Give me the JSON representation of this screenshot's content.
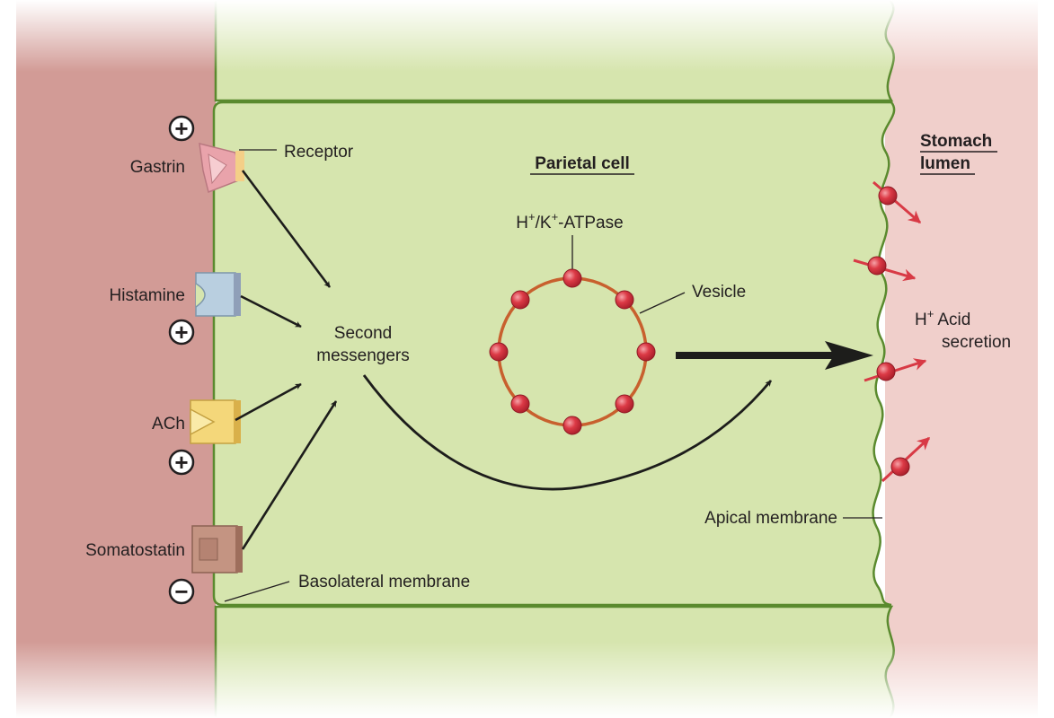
{
  "title": "Parietal cell",
  "region_label": {
    "line1": "Stomach",
    "line2": "lumen"
  },
  "pump_label": {
    "p1": "H",
    "sup1": "+",
    "p2": "/K",
    "sup2": "+",
    "p3": "-ATPase"
  },
  "vesicle_label": "Vesicle",
  "second_messengers": {
    "line1": "Second",
    "line2": "messengers"
  },
  "receptor_label": "Receptor",
  "basolateral_label": "Basolateral membrane",
  "apical_label": "Apical membrane",
  "secretion_label": {
    "h": "H",
    "sup": "+",
    "acid": "Acid",
    "line2": "secretion"
  },
  "stimuli": [
    {
      "label": "Gastrin",
      "sign": "+",
      "color": "#e9a3ab"
    },
    {
      "label": "Histamine",
      "sign": "+",
      "color": "#b9cfe0"
    },
    {
      "label": "ACh",
      "sign": "+",
      "color": "#f4d77a"
    },
    {
      "label": "Somatostatin",
      "sign": "−",
      "color": "#c49482"
    }
  ],
  "colors": {
    "cell": "#d6e5ae",
    "membrane": "#5a8a2e",
    "blood_side": "#d29b96",
    "lumen": "#f0cfcb",
    "pump": "#d83a45",
    "vesicle_ring": "#c8602e",
    "arrow": "#1d1d1b",
    "secretion_arrow": "#d83a45"
  }
}
